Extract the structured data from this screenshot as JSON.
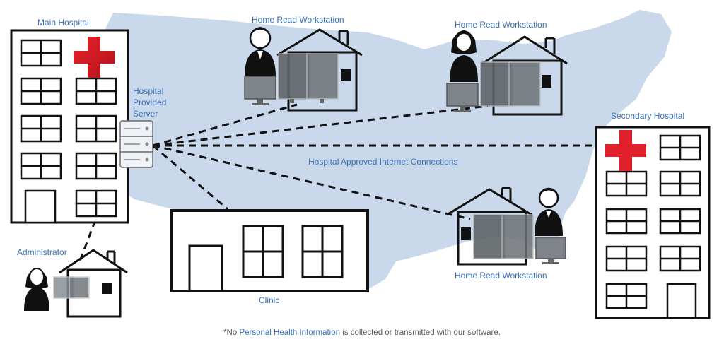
{
  "labels": {
    "main_hospital": "Main Hospital",
    "server": [
      "Hospital",
      "Provided",
      "Server"
    ],
    "home_read_top_left": "Home Read Workstation",
    "home_read_top_right": "Home Read Workstation",
    "home_read_bottom": "Home Read Workstation",
    "secondary_hospital": "Secondary Hospital",
    "connections": "Hospital Approved Internet Connections",
    "administrator": "Administrator",
    "clinic": "Clinic"
  },
  "footnote": {
    "prefix": "*No ",
    "highlight": "Personal Health Information",
    "suffix": " is collected or transmitted with our software."
  },
  "colors": {
    "map": "#c9d8ea",
    "label_blue": "#3a72b8",
    "red_cross": "#e0202a",
    "outline": "#111111"
  }
}
